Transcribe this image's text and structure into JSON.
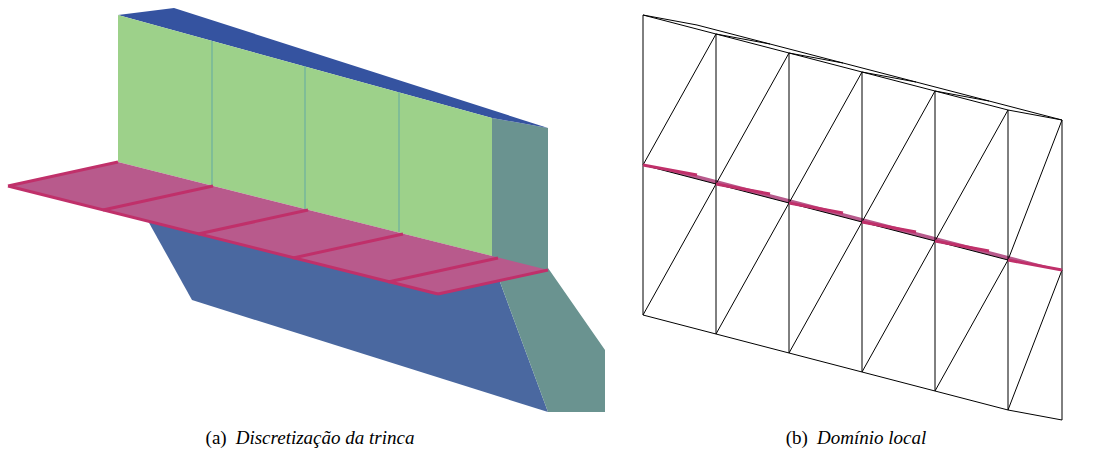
{
  "diagram": {
    "labels": [
      "(a)",
      "Discretização da trinca",
      "(b)",
      "Domínio local"
    ]
  }
}
